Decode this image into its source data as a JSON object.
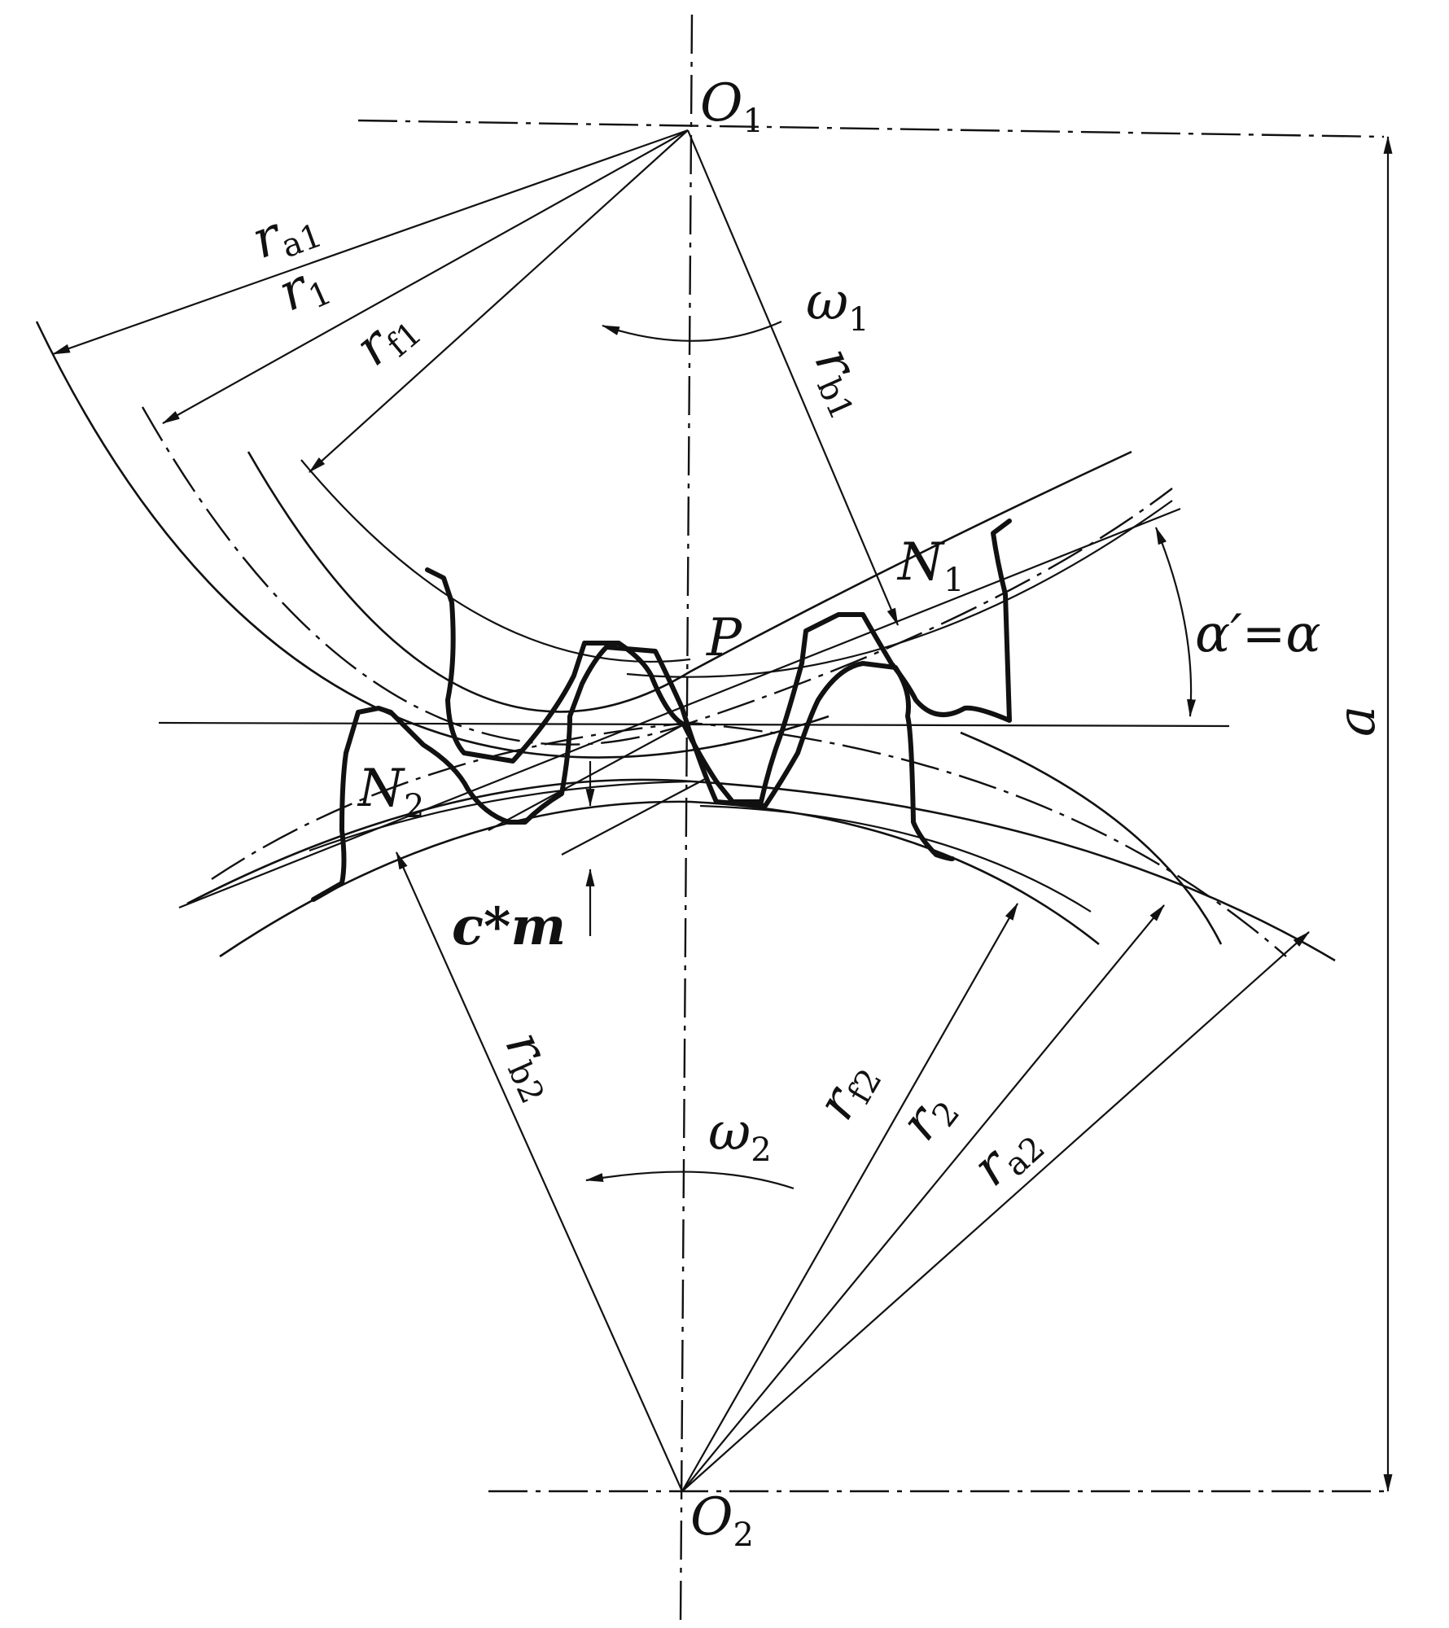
{
  "labels": {
    "O1": {
      "main": "O",
      "sub": "1"
    },
    "O2": {
      "main": "O",
      "sub": "2"
    },
    "P": "P",
    "N1": {
      "main": "N",
      "sub": "1"
    },
    "N2": {
      "main": "N",
      "sub": "2"
    },
    "ra1": {
      "main": "r",
      "sub": "a1"
    },
    "r1": {
      "main": "r",
      "sub": "1"
    },
    "rf1": {
      "main": "r",
      "sub": "f1"
    },
    "rb1": {
      "main": "r",
      "sub": "b1"
    },
    "ra2": {
      "main": "r",
      "sub": "a2"
    },
    "r2": {
      "main": "r",
      "sub": "2"
    },
    "rf2": {
      "main": "r",
      "sub": "f2"
    },
    "rb2": {
      "main": "r",
      "sub": "b2"
    },
    "omega1": {
      "main": "ω",
      "sub": "1"
    },
    "omega2": {
      "main": "ω",
      "sub": "2"
    },
    "alpha": "α′=α",
    "a": "a",
    "cm": "c*m"
  },
  "colors": {
    "ink": "#111111",
    "paper": "#ffffff"
  }
}
